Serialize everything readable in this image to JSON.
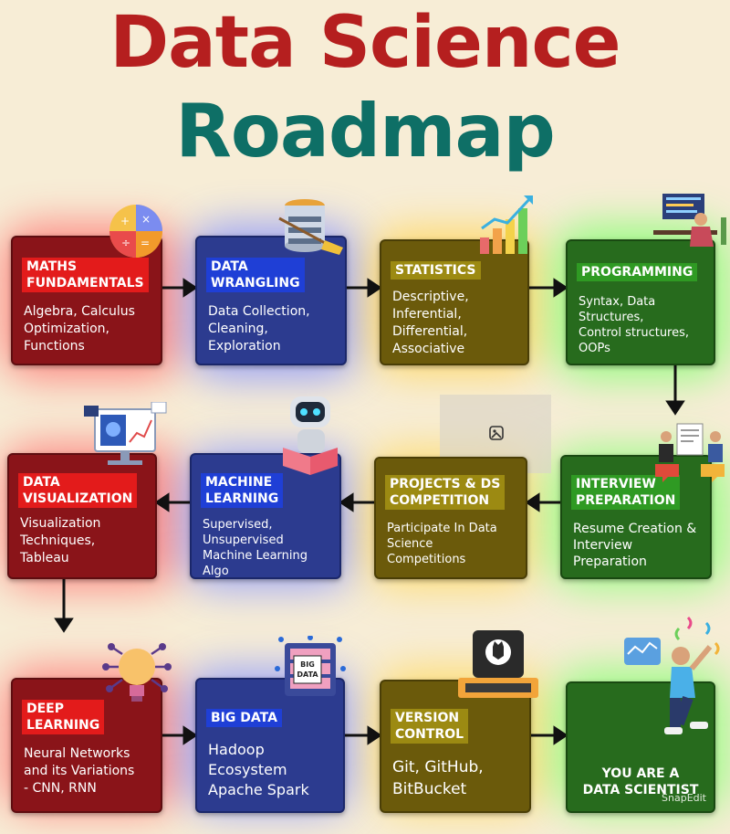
{
  "title_line1": "Data Science",
  "title_line2": "Roadmap",
  "steps": [
    {
      "label_lines": [
        "MATHS",
        "FUNDAMENTALS"
      ],
      "desc": [
        "Algebra, Calculus",
        "Optimization,",
        "Functions"
      ],
      "icon": "math-pie-icon"
    },
    {
      "label_lines": [
        "DATA",
        "WRANGLING"
      ],
      "desc": [
        "Data Collection,",
        "Cleaning,",
        "Exploration"
      ],
      "icon": "database-broom-icon"
    },
    {
      "label_lines": [
        "STATISTICS"
      ],
      "desc": [
        "Descriptive,",
        "Inferential,",
        "Differential,",
        "Associative"
      ],
      "icon": "bar-chart-icon"
    },
    {
      "label_lines": [
        "PROGRAMMING"
      ],
      "desc": [
        "Syntax, Data",
        "Structures,",
        "Control structures,",
        "OOPs"
      ],
      "icon": "coder-at-desk-icon"
    },
    {
      "label_lines": [
        "INTERVIEW",
        "PREPARATION"
      ],
      "desc": [
        "Resume Creation &",
        "Interview",
        "Preparation"
      ],
      "icon": "interview-icon"
    },
    {
      "label_lines": [
        "PROJECTS & DS",
        "COMPETITION"
      ],
      "desc": [
        "Participate In Data",
        "Science",
        "Competitions"
      ],
      "icon": "image-placeholder-icon"
    },
    {
      "label_lines": [
        "MACHINE",
        "LEARNING"
      ],
      "desc": [
        "Supervised,",
        "Unsupervised",
        "Machine Learning",
        "Algo"
      ],
      "icon": "robot-reading-icon"
    },
    {
      "label_lines": [
        "DATA",
        "VISUALIZATION"
      ],
      "desc": [
        "Visualization",
        "Techniques,",
        "Tableau"
      ],
      "icon": "dashboard-monitor-icon"
    },
    {
      "label_lines": [
        "DEEP",
        "LEARNING"
      ],
      "desc": [
        "Neural Networks",
        "and its Variations",
        "- CNN, RNN"
      ],
      "icon": "lightbulb-network-icon"
    },
    {
      "label_lines": [
        "BIG DATA"
      ],
      "desc": [
        "Hadoop",
        "Ecosystem",
        "Apache Spark"
      ],
      "icon": "big-data-server-icon"
    },
    {
      "label_lines": [
        "VERSION",
        "CONTROL"
      ],
      "desc": [
        "Git, GitHub,",
        "BitBucket"
      ],
      "icon": "github-laptop-icon"
    },
    {
      "label_lines": [
        "YOU ARE A",
        "DATA SCIENTIST"
      ],
      "desc": [],
      "icon": "celebrating-person-icon"
    }
  ],
  "watermark": "SnapEdit",
  "colors": {
    "red": "#8a1419",
    "blue": "#2c3b8f",
    "olive": "#6b5a0b",
    "green": "#276b1d",
    "title_red": "#b51f1f",
    "title_teal": "#0e6f66"
  }
}
